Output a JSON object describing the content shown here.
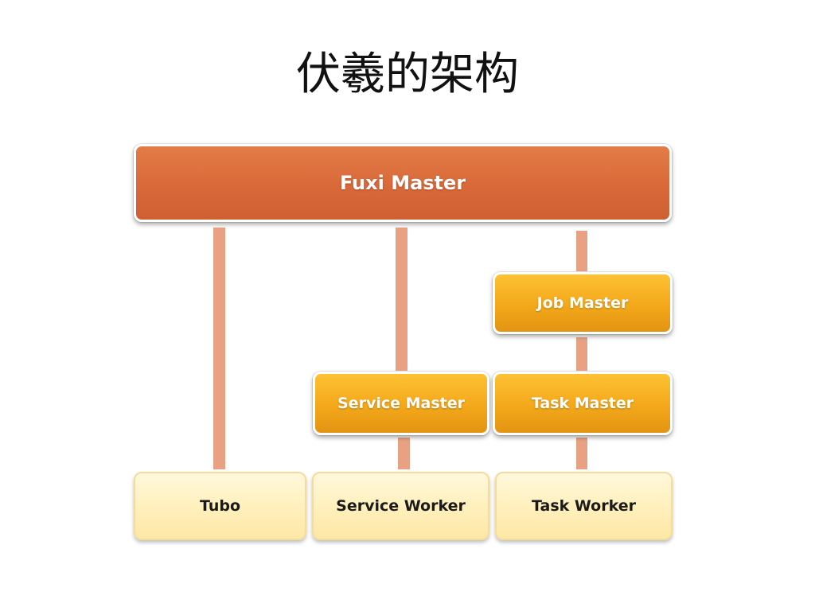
{
  "slide": {
    "title": "伏羲的架构"
  },
  "diagram": {
    "root": {
      "label": "Fuxi Master"
    },
    "masters": {
      "job_master": {
        "label": "Job Master"
      },
      "service_master": {
        "label": "Service Master"
      },
      "task_master": {
        "label": "Task Master"
      }
    },
    "workers": {
      "tubo": {
        "label": "Tubo"
      },
      "service_worker": {
        "label": "Service Worker"
      },
      "task_worker": {
        "label": "Task Worker"
      }
    },
    "colors": {
      "root_fill": "#d9693a",
      "master_fill": "#f3a81a",
      "worker_fill": "#fff0bd",
      "connector": "#e9a183"
    }
  }
}
